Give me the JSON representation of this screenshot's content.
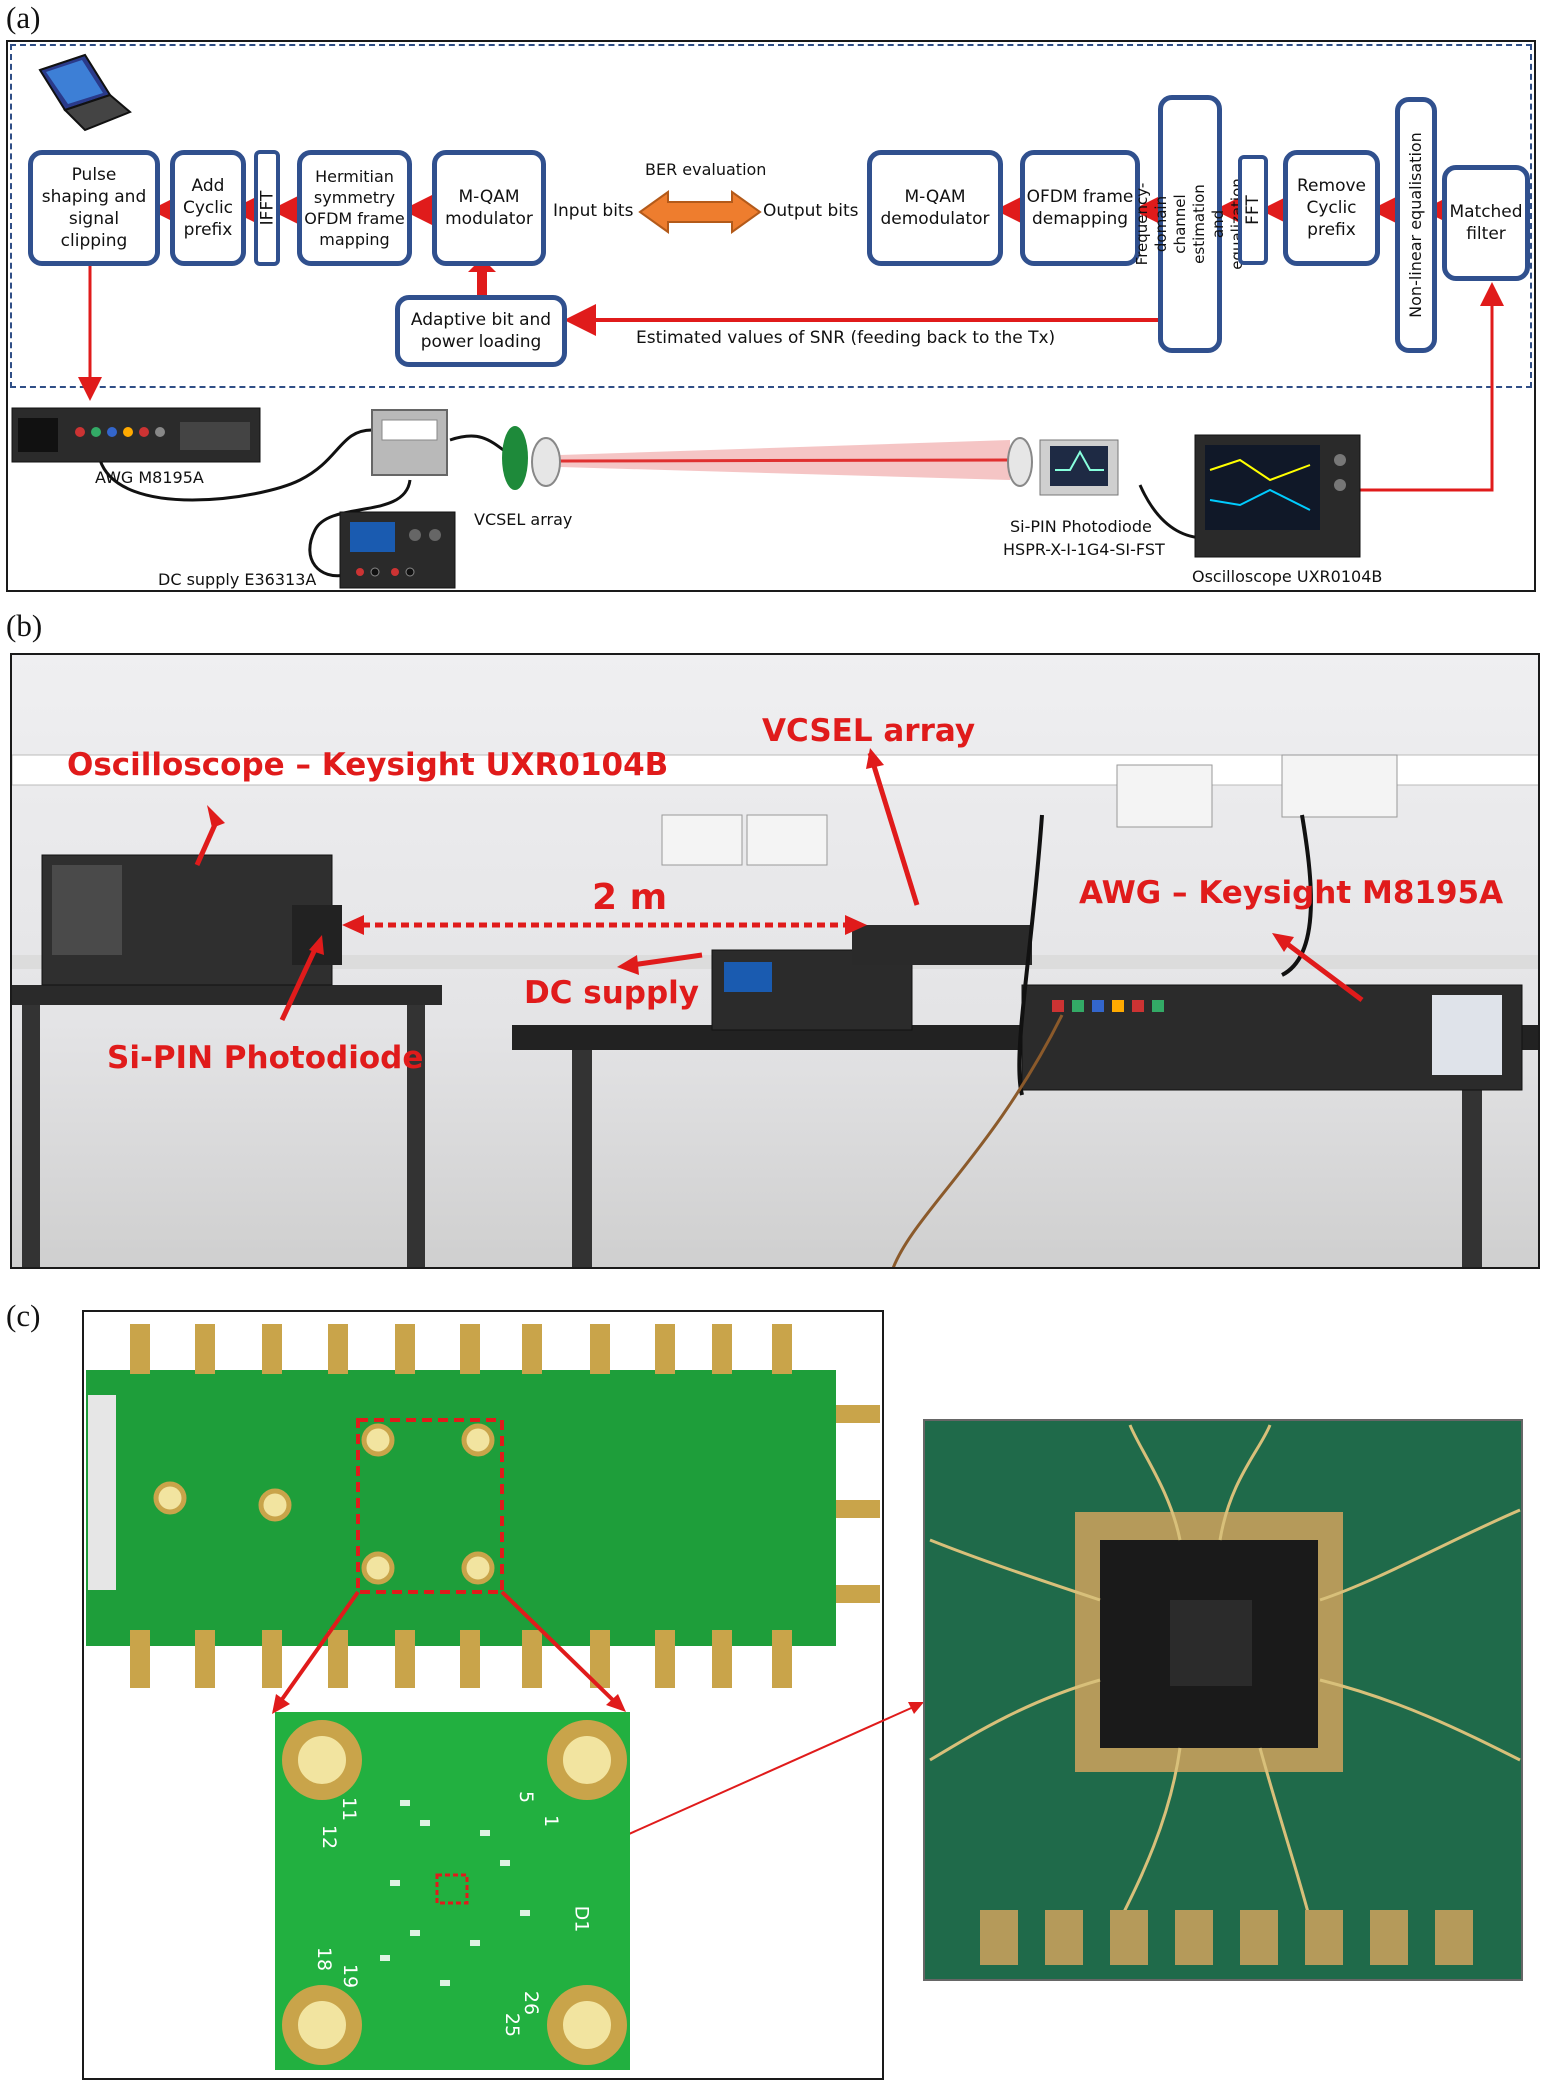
{
  "panels": {
    "a": "(a)",
    "b": "(b)",
    "c": "(c)"
  },
  "diagram_a": {
    "tx_blocks": {
      "pulse_shaping": "Pulse shaping and signal clipping",
      "add_cp": "Add Cyclic prefix",
      "ifft": "IFFT",
      "hermitian": "Hermitian symmetry OFDM frame mapping",
      "mqam_mod": "M-QAM modulator",
      "adaptive": "Adaptive bit and power loading"
    },
    "rx_blocks": {
      "mqam_demod": "M-QAM demodulator",
      "ofdm_demap": "OFDM frame demapping",
      "channel_est": "Frequency-domain channel estimation and equalization",
      "fft": "FFT",
      "remove_cp": "Remove Cyclic prefix",
      "nonlinear_eq": "Non-linear equalisation",
      "matched_filter": "Matched filter"
    },
    "labels": {
      "ber": "BER evaluation",
      "input_bits": "Input bits",
      "output_bits": "Output bits",
      "snr_feedback": "Estimated values of SNR (feeding back to the Tx)"
    },
    "hardware": {
      "awg": "AWG M8195A",
      "dc_supply": "DC supply E36313A",
      "vcsel": "VCSEL array",
      "photodiode_l1": "Si-PIN Photodiode",
      "photodiode_l2": "HSPR-X-I-1G4-SI-FST",
      "oscilloscope": "Oscilloscope UXR0104B"
    }
  },
  "photo_b": {
    "oscilloscope": "Oscilloscope – Keysight UXR0104B",
    "vcsel": "VCSEL array",
    "distance": "2 m",
    "dc_supply": "DC supply",
    "awg": "AWG – Keysight M8195A",
    "photodiode": "Si-PIN Photodiode"
  },
  "photo_c": {
    "pad_numbers": [
      "11",
      "12",
      "5",
      "1",
      "D1",
      "18",
      "19",
      "26",
      "25"
    ]
  },
  "colors": {
    "block_border": "#30508e",
    "arrow_red": "#e01b1b",
    "ber_arrow": "#ee7d2e",
    "pcb_green": "#1e9e3a",
    "gold": "#c9a44a"
  }
}
